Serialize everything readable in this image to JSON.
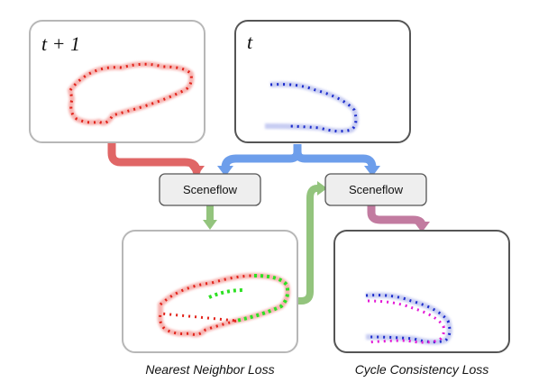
{
  "labels": {
    "panel_t_plus_1": "t + 1",
    "panel_t": "t",
    "sceneflow_left": "Sceneflow",
    "sceneflow_right": "Sceneflow",
    "caption_nn": "Nearest Neighbor Loss",
    "caption_cycle": "Cycle Consistency Loss"
  },
  "colors": {
    "red_points": "#e2231a",
    "blue_points": "#1d2dcc",
    "green_points": "#2ee024",
    "magenta_points": "#e41ad6",
    "arrow_red": "#e06666",
    "arrow_blue": "#6d9eeb",
    "arrow_green": "#93c47d",
    "arrow_magenta": "#c27ba0",
    "box_fill": "#eeeeee",
    "panel_border_light": "#b7b7b7",
    "panel_border_dark": "#555555"
  }
}
